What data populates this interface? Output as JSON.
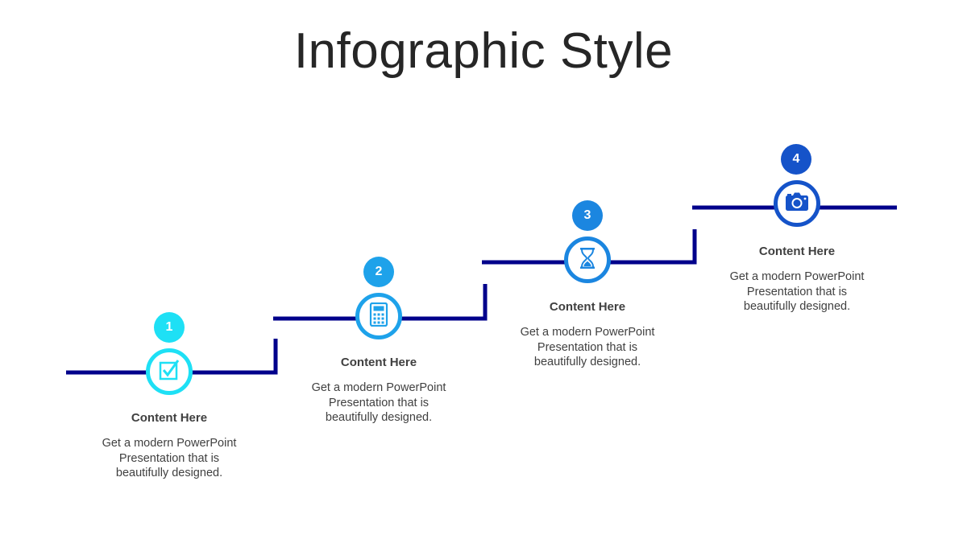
{
  "title": "Infographic Style",
  "colors": {
    "line": "#00008b",
    "step1": "#1ee0f5",
    "step2": "#1ea2ea",
    "step3": "#1b86e0",
    "step4": "#1553c9"
  },
  "steps": [
    {
      "number": "1",
      "icon": "checkbox-icon",
      "heading": "Content Here",
      "line1": "Get a modern PowerPoint",
      "line2": "Presentation that is",
      "line3": "beautifully designed."
    },
    {
      "number": "2",
      "icon": "calculator-icon",
      "heading": "Content Here",
      "line1": "Get a modern PowerPoint",
      "line2": "Presentation that is",
      "line3": "beautifully designed."
    },
    {
      "number": "3",
      "icon": "hourglass-icon",
      "heading": "Content Here",
      "line1": "Get a modern PowerPoint",
      "line2": "Presentation that is",
      "line3": "beautifully designed."
    },
    {
      "number": "4",
      "icon": "camera-icon",
      "heading": "Content Here",
      "line1": "Get a modern PowerPoint",
      "line2": "Presentation that is",
      "line3": "beautifully designed."
    }
  ]
}
